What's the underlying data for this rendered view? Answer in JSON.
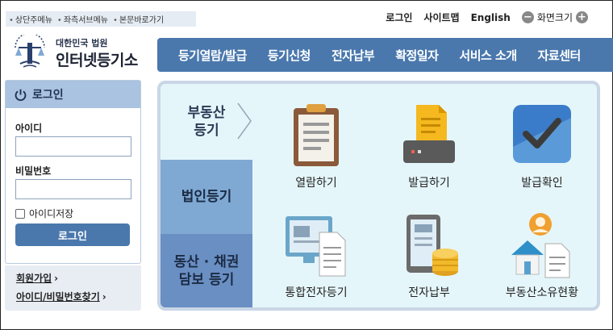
{
  "skip_links": [
    "상단주메뉴",
    "좌측서브메뉴",
    "본문바로가기"
  ],
  "util": {
    "login": "로그인",
    "sitemap": "사이트맵",
    "english": "English",
    "zoom_label": "화면크기",
    "zoom_out": "−",
    "zoom_in": "+"
  },
  "logo": {
    "sub": "대한민국 법원",
    "main": "인터넷등기소"
  },
  "gnb": [
    "등기열람/발급",
    "등기신청",
    "전자납부",
    "확정일자",
    "서비스 소개",
    "자료센터"
  ],
  "login": {
    "title": "로그인",
    "id_label": "아이디",
    "id_value": "",
    "pw_label": "비밀번호",
    "pw_value": "",
    "save_id": "아이디저장",
    "button": "로그인"
  },
  "member": {
    "join": "회원가입",
    "find": "아이디/비밀번호찾기"
  },
  "categories": [
    {
      "line1": "부동산",
      "line2": "등기"
    },
    {
      "line1": "법인등기",
      "line2": ""
    },
    {
      "line1": "동산 · 채권",
      "line2": "담보 등기"
    }
  ],
  "services": [
    "열람하기",
    "발급하기",
    "발급확인",
    "통합전자등기",
    "전자납부",
    "부동산소유현황"
  ],
  "colors": {
    "gnb": "#4a78ad",
    "login_head": "#a9c3e0",
    "panel_bg": "#e5f6fa",
    "cat_active": "#7fa9d3",
    "cat_dark": "#6a8fc3"
  }
}
